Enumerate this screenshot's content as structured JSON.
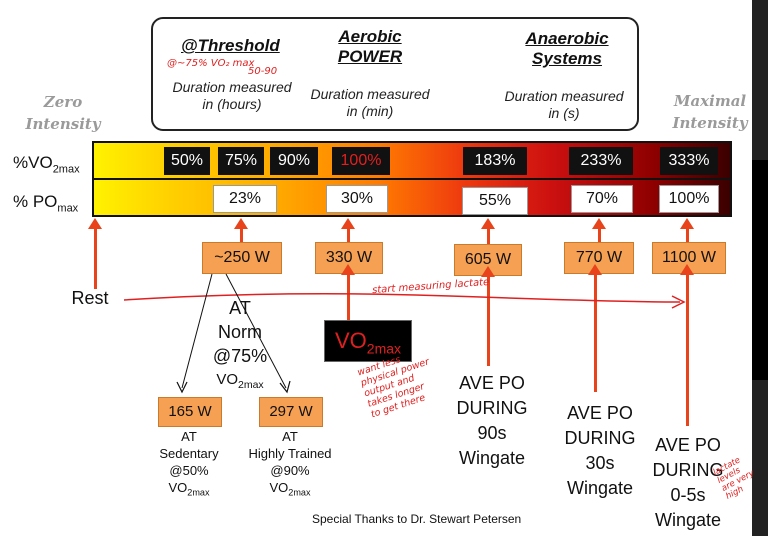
{
  "header": {
    "left_zone": [
      "Zero",
      "Intensity"
    ],
    "right_zone": [
      "Maximal",
      "Intensity"
    ],
    "threshold": {
      "title": "@Threshold",
      "desc": [
        "Duration measured",
        "in (hours)"
      ],
      "note_a": "@~75% VO₂ max",
      "note_b": "50-90"
    },
    "aerobic": {
      "title": [
        "Aerobic",
        "POWER"
      ],
      "desc": [
        "Duration measured",
        "in (min)"
      ]
    },
    "anaerobic": {
      "title": [
        "Anaerobic",
        "Systems"
      ],
      "desc": [
        "Duration measured",
        "in (s)"
      ]
    }
  },
  "rows": {
    "vo2_label": {
      "main": "%VO",
      "sub": "2max"
    },
    "po_label": {
      "main": "% PO",
      "sub": "max"
    },
    "vo2_values": [
      "50%",
      "75%",
      "90%",
      "100%",
      "183%",
      "233%",
      "333%"
    ],
    "po_values": [
      "23%",
      "30%",
      "55%",
      "70%",
      "100%"
    ]
  },
  "power_boxes": [
    "~250 W",
    "330 W",
    "605 W",
    "770 W",
    "1100 W"
  ],
  "rest_label": "Rest",
  "lactate_note": "start measuring lactate",
  "at_norm": {
    "lines": [
      "AT",
      "Norm",
      "@75%"
    ],
    "vo2": "VO",
    "vo2_sub": "2max"
  },
  "vo2max_box": {
    "main": "VO",
    "sub": "2max"
  },
  "vo2max_note": [
    "want less",
    "physical power",
    "output and",
    "takes longer",
    "to get there"
  ],
  "sub_boxes": [
    {
      "watts": "165 W",
      "lines": [
        "AT",
        "Sedentary",
        "@50%"
      ],
      "vo2": "VO",
      "vo2_sub": "2max"
    },
    {
      "watts": "297 W",
      "lines": [
        "AT",
        "Highly Trained",
        "@90%"
      ],
      "vo2": "VO",
      "vo2_sub": "2max"
    }
  ],
  "ave_po": [
    {
      "lines": [
        "AVE PO",
        "DURING",
        "90s",
        "Wingate"
      ]
    },
    {
      "lines": [
        "AVE PO",
        "DURING",
        "30s",
        "Wingate"
      ]
    },
    {
      "lines": [
        "AVE PO",
        "DURING",
        "0-5s",
        "Wingate"
      ]
    }
  ],
  "lactate_high_note": [
    "lactate",
    "levels",
    "are very",
    "high"
  ],
  "credits": "Special Thanks to Dr. Stewart Petersen",
  "colors": {
    "bar_start": "#fff200",
    "bar_end": "#3a0000",
    "arrow": "#e8431a",
    "power_box": "#f5a052",
    "vo2max_text": "#e02020"
  }
}
